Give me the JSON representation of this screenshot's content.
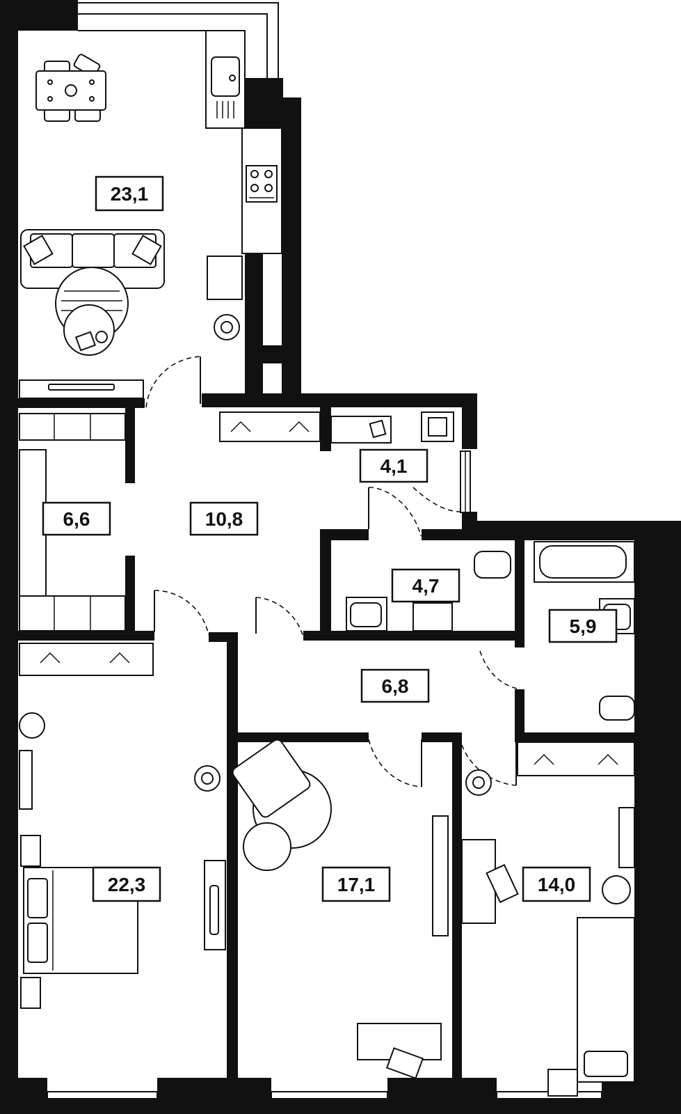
{
  "plan": {
    "rooms": [
      {
        "id": "living-kitchen",
        "area": "23,1"
      },
      {
        "id": "hall",
        "area": "10,8"
      },
      {
        "id": "wardrobe",
        "area": "6,6"
      },
      {
        "id": "laundry",
        "area": "4,1"
      },
      {
        "id": "wc",
        "area": "4,7"
      },
      {
        "id": "bathroom",
        "area": "5,9"
      },
      {
        "id": "corridor",
        "area": "6,8"
      },
      {
        "id": "bedroom-master",
        "area": "22,3"
      },
      {
        "id": "bedroom-2",
        "area": "17,1"
      },
      {
        "id": "bedroom-3",
        "area": "14,0"
      }
    ]
  }
}
